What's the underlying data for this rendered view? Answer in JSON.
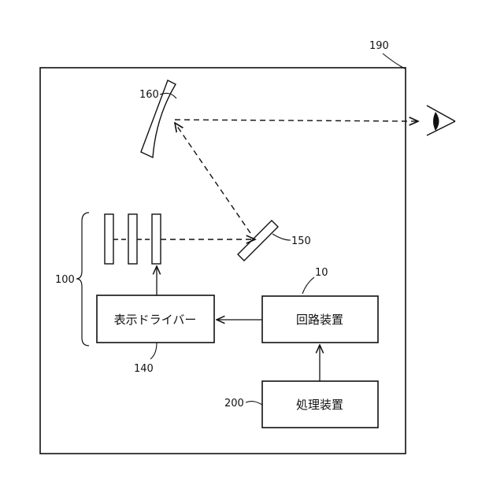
{
  "labels": {
    "outer_frame_ref": "190",
    "concave_mirror_ref": "160",
    "flat_mirror_ref": "150",
    "display_group_ref": "100",
    "circuit_device_ref": "10",
    "display_driver_ref": "140",
    "processing_device_ref": "200"
  },
  "blocks": {
    "display_driver": "表示ドライバー",
    "circuit_device": "回路装置",
    "processing_device": "処理装置"
  },
  "icons": {
    "eye": "eye-icon"
  }
}
